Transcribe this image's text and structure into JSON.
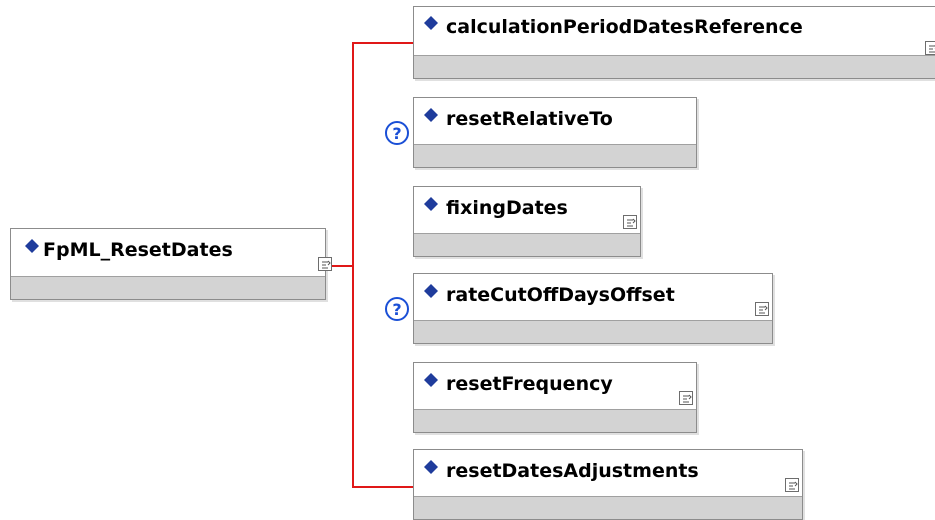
{
  "diagram": {
    "root": {
      "label": "FpML_ResetDates"
    },
    "children": [
      {
        "label": "calculationPeriodDatesReference",
        "optional": false,
        "expandable": true
      },
      {
        "label": "resetRelativeTo",
        "optional": true,
        "expandable": false
      },
      {
        "label": "fixingDates",
        "optional": false,
        "expandable": true
      },
      {
        "label": "rateCutOffDaysOffset",
        "optional": true,
        "expandable": true
      },
      {
        "label": "resetFrequency",
        "optional": false,
        "expandable": true
      },
      {
        "label": "resetDatesAdjustments",
        "optional": false,
        "expandable": true
      }
    ]
  },
  "colors": {
    "connector": "#e01818",
    "diamond": "#1f3c9c",
    "node_footer": "#d3d3d3",
    "optional_badge": "#1a4fd6"
  }
}
